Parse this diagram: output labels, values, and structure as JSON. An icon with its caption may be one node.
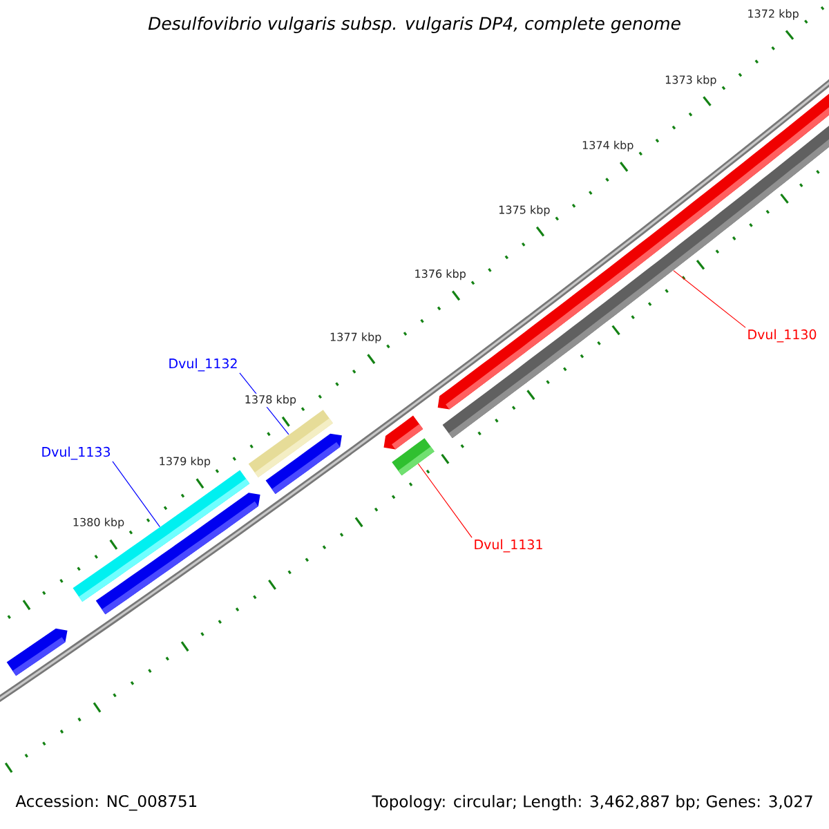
{
  "diagram": {
    "title": "Desulfovibrio vulgaris subsp. vulgaris DP4, complete genome",
    "nodes": [
      {
        "text": [
          "Dvul_1130"
        ]
      },
      {
        "text": [
          "Dvul_1132"
        ]
      },
      {
        "text": [
          "Dvul_1133"
        ]
      },
      {
        "text": [
          "Dvul_1131"
        ]
      },
      {
        "text": [],
        "shape": "pentagon"
      },
      {
        "text": [],
        "shape": "bar"
      },
      {
        "text": [],
        "shape": "pentagon"
      },
      {
        "text": [],
        "shape": "bar"
      },
      {
        "text": [],
        "shape": "pentagon"
      },
      {
        "text": [],
        "shape": "pentagon"
      },
      {
        "text": [],
        "shape": "bar"
      },
      {
        "text": [],
        "shape": "pentagon"
      },
      {
        "text": [],
        "shape": "bar"
      }
    ],
    "edges": [
      {
        "from": 0,
        "to": 12,
        "arrow": "none",
        "color": "#ff0000"
      },
      {
        "from": 1,
        "to": 7,
        "arrow": "none",
        "color": "#0000ff"
      },
      {
        "from": 2,
        "to": 5,
        "arrow": "none",
        "color": "#0000ff"
      },
      {
        "from": 3,
        "to": 10,
        "arrow": "none",
        "color": "#ff0000"
      }
    ],
    "labels": [
      "1372 kbp",
      "1373 kbp",
      "1374 kbp",
      "1375 kbp",
      "1376 kbp",
      "1377 kbp",
      "1378 kbp",
      "1379 kbp",
      "1380 kbp",
      "Accession: NC_008751",
      "Topology: circular; Length: 3,462,887 bp; Genes: 3,027"
    ]
  }
}
